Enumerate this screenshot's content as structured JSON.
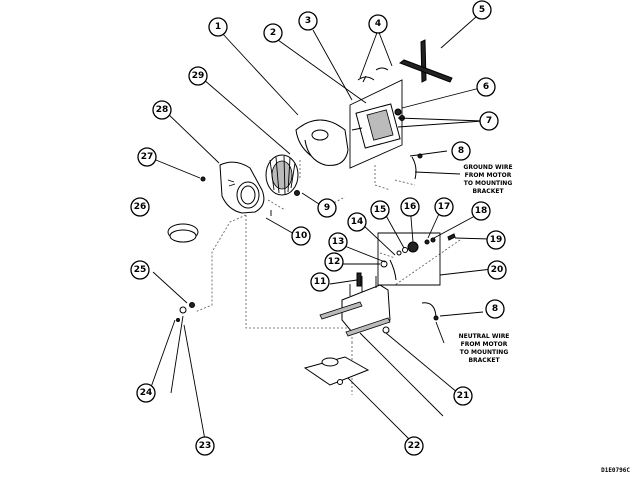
{
  "diagram": {
    "title": "Motor assembly exploded parts view",
    "callouts": [
      {
        "id": "c1",
        "label": "1"
      },
      {
        "id": "c2",
        "label": "2"
      },
      {
        "id": "c3",
        "label": "3"
      },
      {
        "id": "c4",
        "label": "4"
      },
      {
        "id": "c5",
        "label": "5"
      },
      {
        "id": "c6",
        "label": "6"
      },
      {
        "id": "c7",
        "label": "7"
      },
      {
        "id": "c8a",
        "label": "8"
      },
      {
        "id": "c8b",
        "label": "8"
      },
      {
        "id": "c9",
        "label": "9"
      },
      {
        "id": "c10",
        "label": "10"
      },
      {
        "id": "c11",
        "label": "11"
      },
      {
        "id": "c12",
        "label": "12"
      },
      {
        "id": "c13",
        "label": "13"
      },
      {
        "id": "c14",
        "label": "14"
      },
      {
        "id": "c15",
        "label": "15"
      },
      {
        "id": "c16",
        "label": "16"
      },
      {
        "id": "c17",
        "label": "17"
      },
      {
        "id": "c18",
        "label": "18"
      },
      {
        "id": "c19",
        "label": "19"
      },
      {
        "id": "c20",
        "label": "20"
      },
      {
        "id": "c21",
        "label": "21"
      },
      {
        "id": "c22",
        "label": "22"
      },
      {
        "id": "c23",
        "label": "23"
      },
      {
        "id": "c24",
        "label": "24"
      },
      {
        "id": "c25",
        "label": "25"
      },
      {
        "id": "c26",
        "label": "26"
      },
      {
        "id": "c27",
        "label": "27"
      },
      {
        "id": "c28",
        "label": "28"
      },
      {
        "id": "c29",
        "label": "29"
      }
    ],
    "notes": {
      "ground_wire": [
        "GROUND WIRE",
        "FROM MOTOR",
        "TO MOUNTING",
        "BRACKET"
      ],
      "neutral_wire": [
        "NEUTRAL WIRE",
        "FROM MOTOR",
        "TO MOUNTING",
        "BRACKET"
      ]
    },
    "document_id": "D1E0796C"
  }
}
